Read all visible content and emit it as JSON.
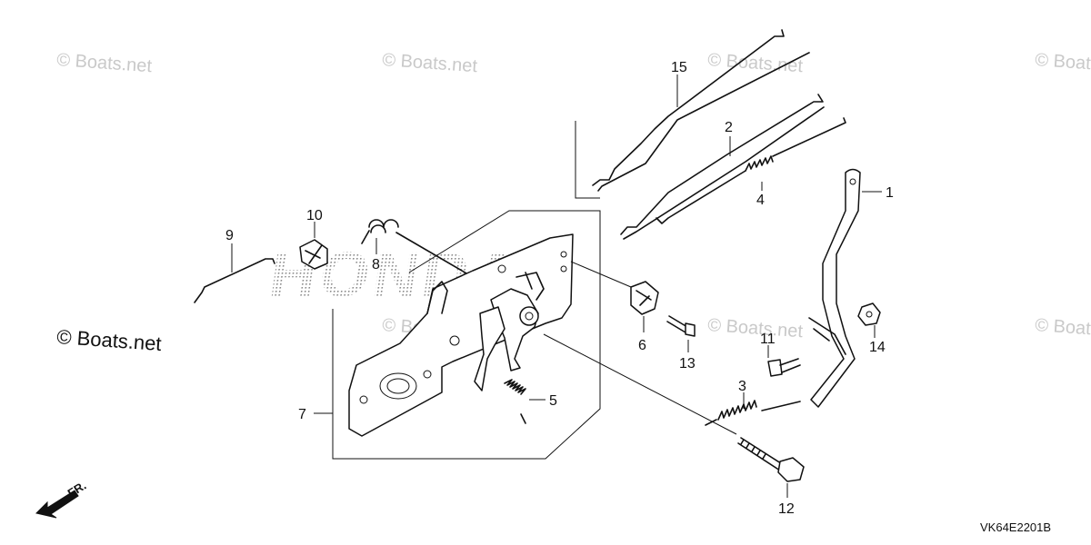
{
  "watermark": "© Boats.net",
  "brand_watermark": "HONDA",
  "diagram_code": "VK64E2201B",
  "front_indicator": "FR.",
  "part_numbers": {
    "p1": "1",
    "p2": "2",
    "p3": "3",
    "p4": "4",
    "p5": "5",
    "p6": "6",
    "p7": "7",
    "p8": "8",
    "p9": "9",
    "p10": "10",
    "p11": "11",
    "p12": "12",
    "p13": "13",
    "p14": "14",
    "p15": "15"
  }
}
